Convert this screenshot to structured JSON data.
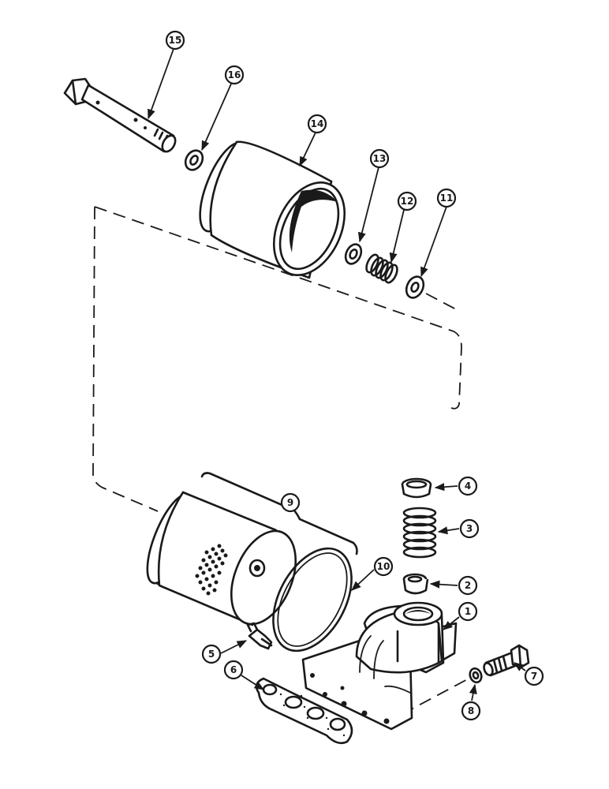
{
  "callouts": {
    "c1": "1",
    "c2": "2",
    "c3": "3",
    "c4": "4",
    "c5": "5",
    "c6": "6",
    "c7": "7",
    "c8": "8",
    "c9": "9",
    "c10": "10",
    "c11": "11",
    "c12": "12",
    "c13": "13",
    "c14": "14",
    "c15": "15",
    "c16": "16"
  },
  "colors": {
    "ink": "#1a1a1a",
    "paper": "#ffffff"
  }
}
